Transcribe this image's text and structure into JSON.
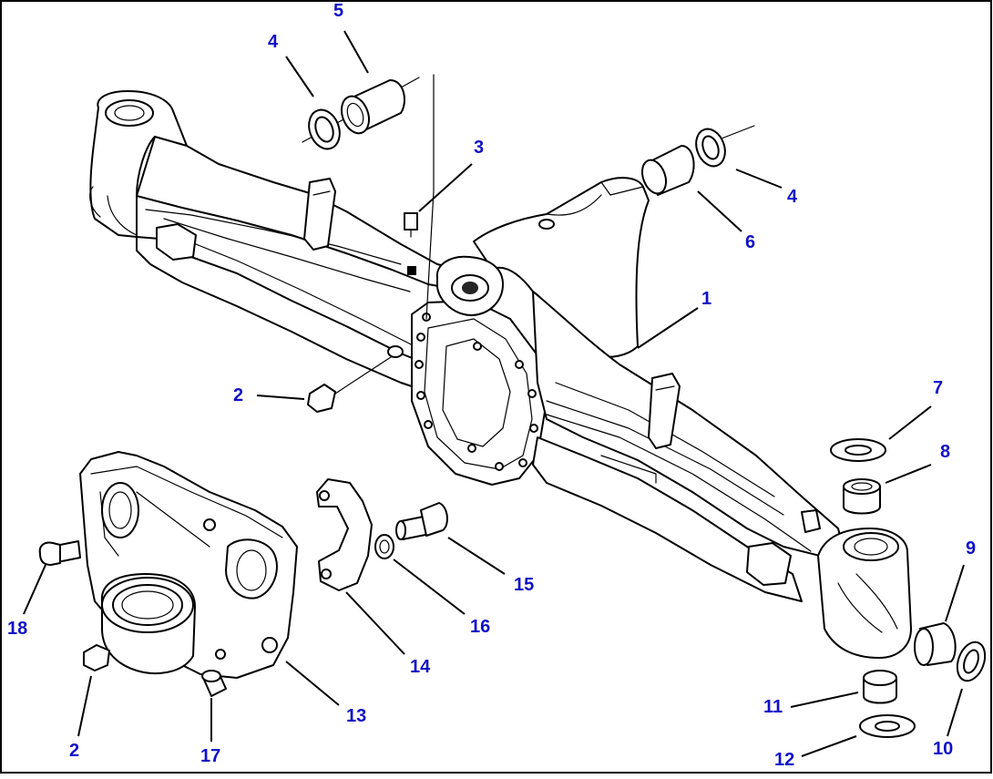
{
  "diagram": {
    "border_color": "#000000",
    "callout_color": "#1010c8",
    "callouts": [
      {
        "id": "c5",
        "label": "5"
      },
      {
        "id": "c4a",
        "label": "4"
      },
      {
        "id": "c3",
        "label": "3"
      },
      {
        "id": "c4b",
        "label": "4"
      },
      {
        "id": "c6",
        "label": "6"
      },
      {
        "id": "c1",
        "label": "1"
      },
      {
        "id": "c2a",
        "label": "2"
      },
      {
        "id": "c7",
        "label": "7"
      },
      {
        "id": "c8",
        "label": "8"
      },
      {
        "id": "c9",
        "label": "9"
      },
      {
        "id": "c15",
        "label": "15"
      },
      {
        "id": "c16",
        "label": "16"
      },
      {
        "id": "c14",
        "label": "14"
      },
      {
        "id": "c18",
        "label": "18"
      },
      {
        "id": "c13",
        "label": "13"
      },
      {
        "id": "c2b",
        "label": "2"
      },
      {
        "id": "c17",
        "label": "17"
      },
      {
        "id": "c11",
        "label": "11"
      },
      {
        "id": "c12",
        "label": "12"
      },
      {
        "id": "c10",
        "label": "10"
      }
    ]
  }
}
